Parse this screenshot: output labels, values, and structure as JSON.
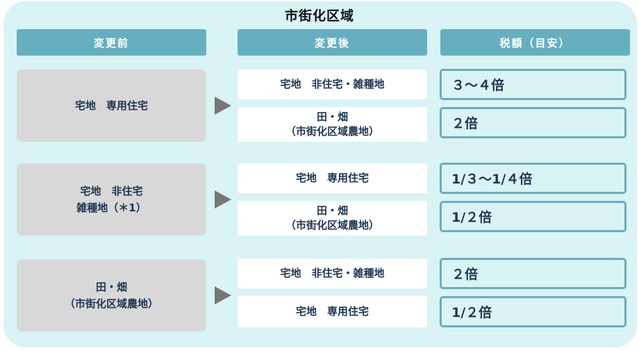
{
  "title": "市街化区域",
  "headers": {
    "before": "変更前",
    "after": "変更後",
    "tax": "税額（目安）"
  },
  "groups": [
    {
      "before": "宅地　専用住宅",
      "rows": [
        {
          "after": "宅地　非住宅・雑種地",
          "tax": "３～４倍"
        },
        {
          "after": "田・畑\n（市街化区域農地）",
          "tax": "２倍"
        }
      ]
    },
    {
      "before": "宅地　非住宅\n雑種地（＊1）",
      "rows": [
        {
          "after": "宅地　専用住宅",
          "tax": "1/３～1/４倍"
        },
        {
          "after": "田・畑\n（市街化区域農地）",
          "tax": "1/２倍"
        }
      ]
    },
    {
      "before": "田・畑\n（市街化区域農地）",
      "rows": [
        {
          "after": "宅地　非住宅・雑種地",
          "tax": "２倍"
        },
        {
          "after": "宅地　専用住宅",
          "tax": "1/２倍"
        }
      ]
    }
  ],
  "colors": {
    "panel": "#daf3f5",
    "header": "#66afc0",
    "before_box": "#d8d8d8",
    "tax_border": "#6aadbc",
    "text": "#1f3551",
    "arrow": "#777777"
  }
}
